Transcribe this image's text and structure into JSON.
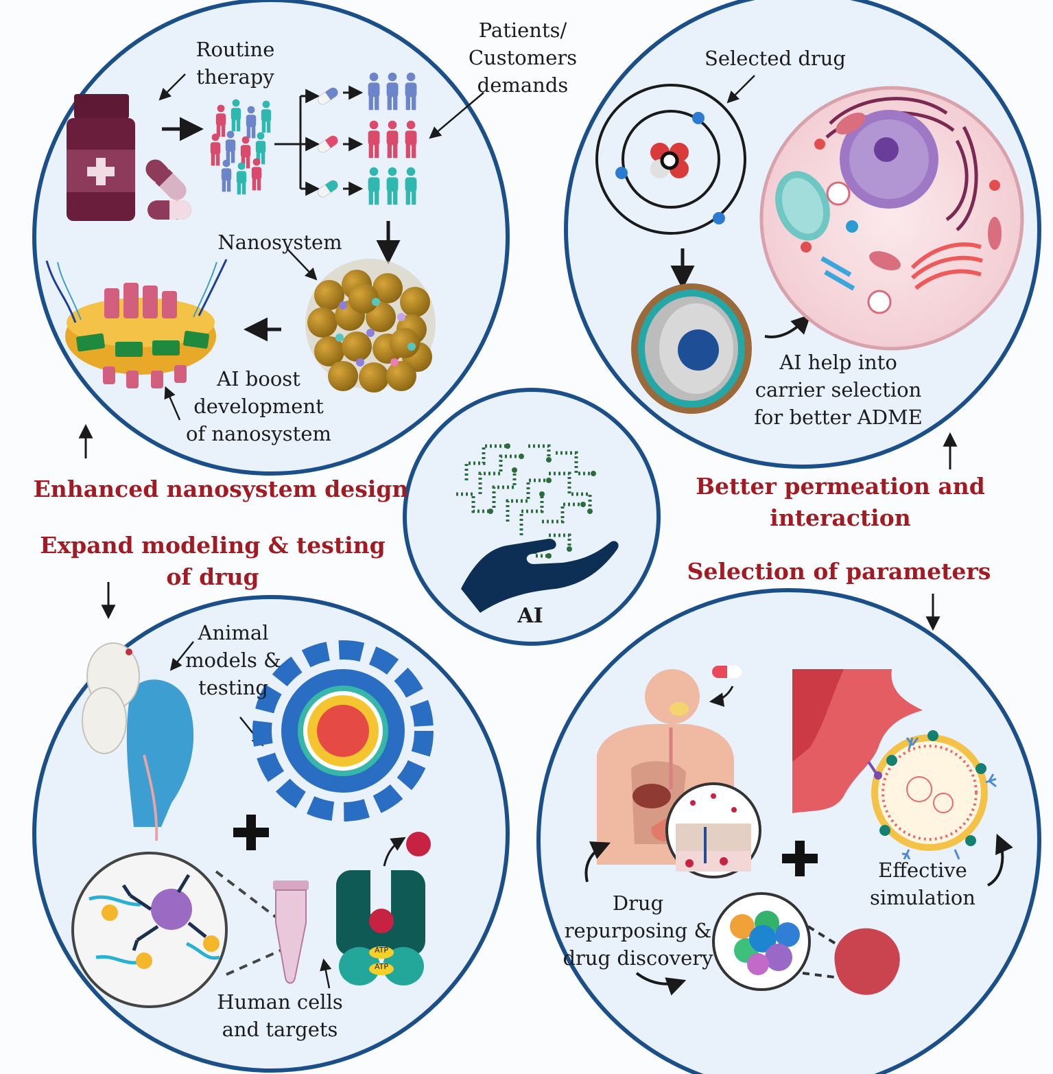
{
  "colors": {
    "circle_border": "#1b4f8a",
    "circle_fill": "#e9f1fb",
    "heading_red": "#a31b22",
    "text": "#1c1c1c",
    "ai_hand": "#0e2f55",
    "ai_brain": "#2b6b3c"
  },
  "center": {
    "icon": "brain-circuit-hand-icon",
    "label": "AI"
  },
  "top_left": {
    "routine_therapy": [
      "Routine",
      "therapy"
    ],
    "patients_demands": [
      "Patients/",
      "Customers",
      "demands"
    ],
    "nanosystem": "Nanosystem",
    "ai_boost": [
      "AI boost",
      "development",
      "of nanosystem"
    ]
  },
  "top_right": {
    "selected_drug": "Selected drug",
    "ai_carrier": [
      "AI help into",
      "carrier selection",
      "for better ADME"
    ]
  },
  "bottom_left": {
    "animal_models": [
      "Animal",
      "models &",
      "testing"
    ],
    "human_cells": [
      "Human cells",
      "and targets"
    ],
    "atp": "ATP"
  },
  "bottom_right": {
    "drug_repurposing": [
      "Drug",
      "repurposing &",
      "drug discovery"
    ],
    "effective_simulation": [
      "Effective",
      "simulation"
    ]
  },
  "headings": {
    "enhanced_nanosystem": "Enhanced nanosystem design",
    "expand_modeling": [
      "Expand modeling & testing",
      "of drug"
    ],
    "better_permeation": [
      "Better permeation and",
      "interaction"
    ],
    "selection_parameters": "Selection of parameters"
  }
}
